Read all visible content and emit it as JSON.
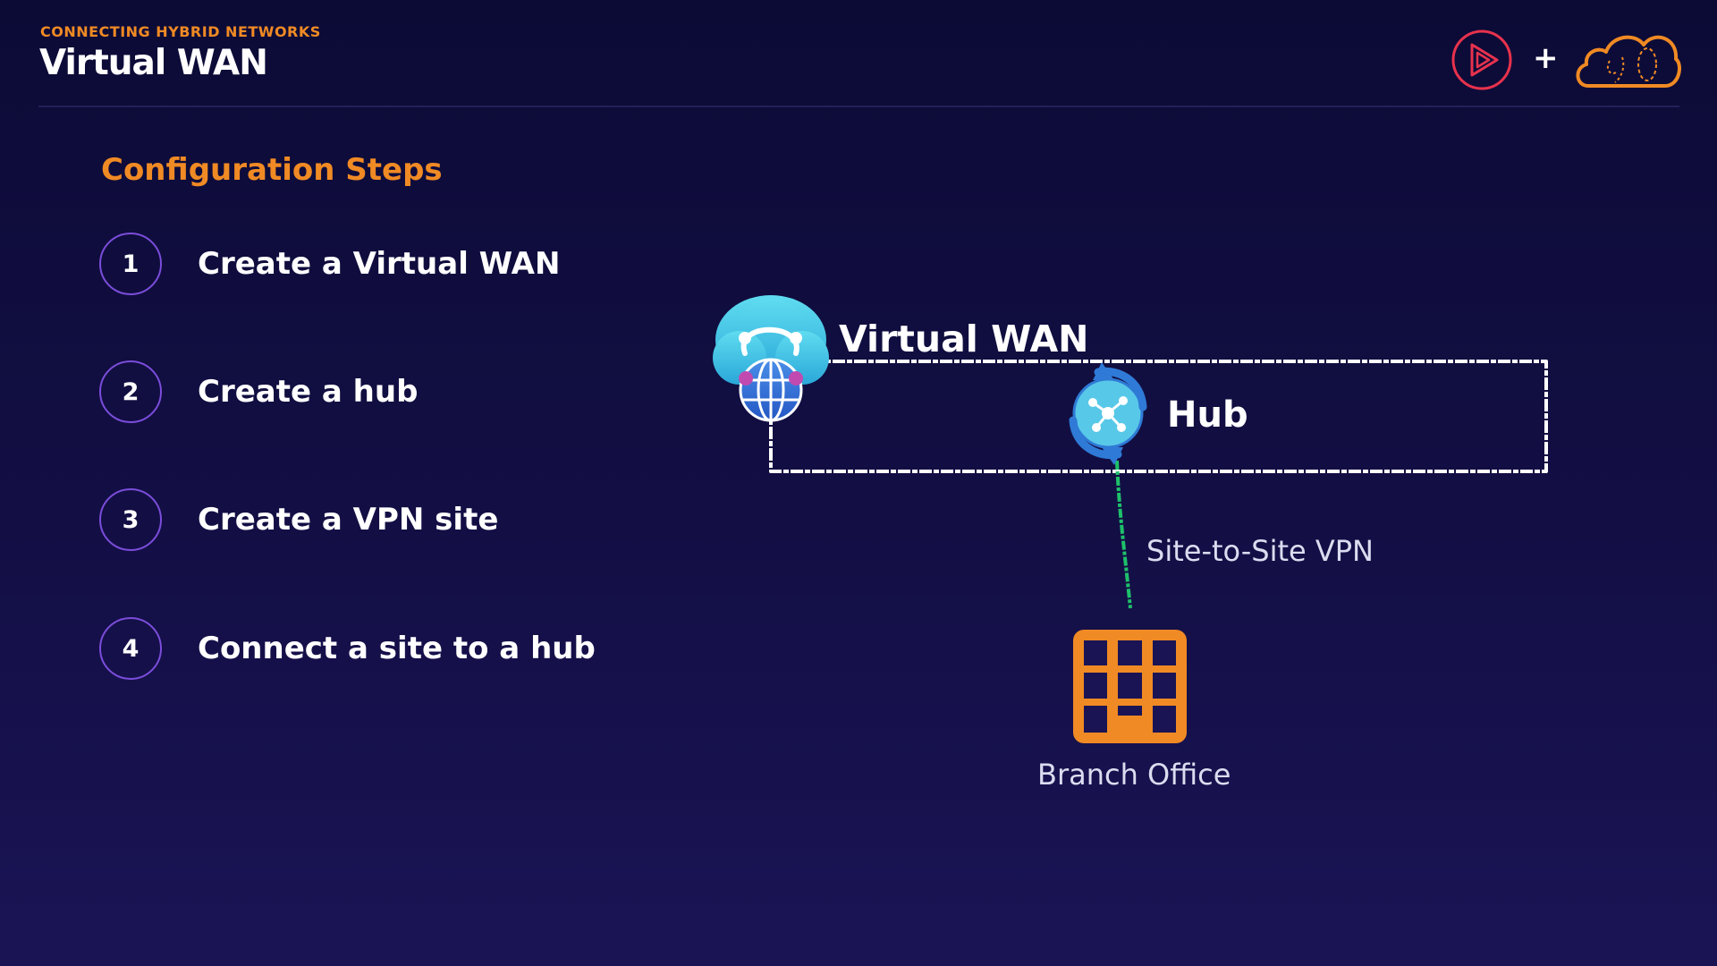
{
  "header": {
    "eyebrow": "CONNECTING HYBRID NETWORKS",
    "title": "Virtual WAN",
    "plus": "+"
  },
  "colors": {
    "accent_orange": "#f08a24",
    "step_circle": "#7b4ddb",
    "vpn_line": "#1ec06a",
    "logo_red": "#e8324d"
  },
  "section": {
    "title": "Configuration Steps"
  },
  "steps": [
    {
      "number": "1",
      "label": "Create a Virtual WAN"
    },
    {
      "number": "2",
      "label": "Create a hub"
    },
    {
      "number": "3",
      "label": "Create a VPN site"
    },
    {
      "number": "4",
      "label": "Connect a site to a hub"
    }
  ],
  "diagram": {
    "wan_label": "Virtual WAN",
    "hub_label": "Hub",
    "connection_label": "Site-to-Site VPN",
    "branch_label": "Branch Office",
    "icons": [
      "virtual-wan-cloud-icon",
      "hub-icon",
      "branch-office-building-icon"
    ]
  }
}
